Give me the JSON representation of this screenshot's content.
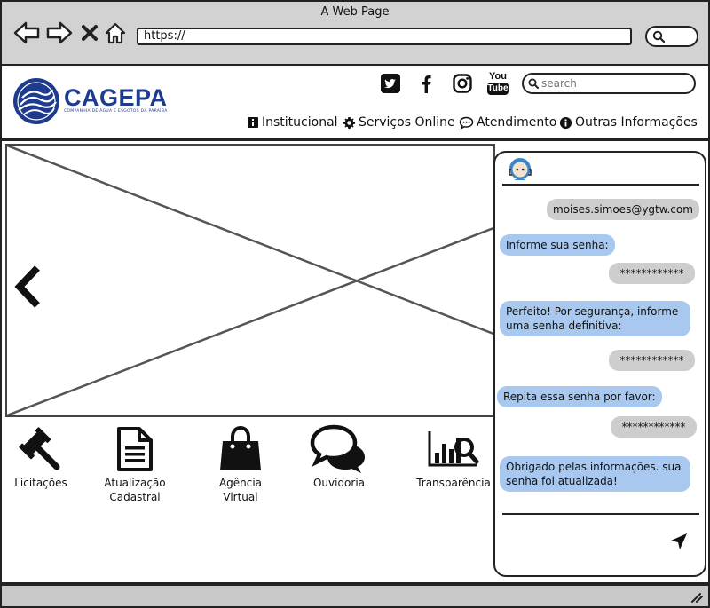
{
  "browser": {
    "title": "A Web Page",
    "url": "https://"
  },
  "header": {
    "logo_name": "CAGEPA",
    "logo_tagline": "COMPANHIA DE ÁGUA E ESGOTOS DA PARAÍBA",
    "social": [
      "twitter-icon",
      "facebook-icon",
      "instagram-icon",
      "youtube-icon"
    ],
    "youtube_text_top": "You",
    "youtube_text_bottom": "Tube",
    "search_placeholder": "search",
    "menu": [
      {
        "label": "Institucional",
        "icon": "info-tag-icon"
      },
      {
        "label": "Serviços Online",
        "icon": "gear-icon"
      },
      {
        "label": "Atendimento",
        "icon": "chat-icon"
      },
      {
        "label": "Outras Informações",
        "icon": "info-circle-icon"
      }
    ]
  },
  "hero": {
    "prev_icon": "chevron-left-icon"
  },
  "services": [
    {
      "label": "Licitações",
      "icon": "gavel-icon"
    },
    {
      "label": "Atualização\nCadastral",
      "icon": "document-icon"
    },
    {
      "label": "Agência\nVirtual",
      "icon": "shopping-bag-icon"
    },
    {
      "label": "Ouvidoria",
      "icon": "chat-bubbles-icon"
    },
    {
      "label": "Transparência",
      "icon": "chart-search-icon"
    }
  ],
  "chat": {
    "messages": [
      {
        "from": "user",
        "text": "moises.simoes@ygtw.com"
      },
      {
        "from": "bot",
        "text": "Informe sua senha:"
      },
      {
        "from": "user",
        "text": "************"
      },
      {
        "from": "bot",
        "text": "Perfeito! Por segurança, informe uma senha definitiva:"
      },
      {
        "from": "user",
        "text": "************"
      },
      {
        "from": "bot",
        "text": "Repita essa senha por favor:"
      },
      {
        "from": "user",
        "text": "************"
      },
      {
        "from": "bot",
        "text": "Obrigado pelas informações. sua senha foi atualizada!"
      }
    ],
    "send_icon": "send-icon"
  }
}
